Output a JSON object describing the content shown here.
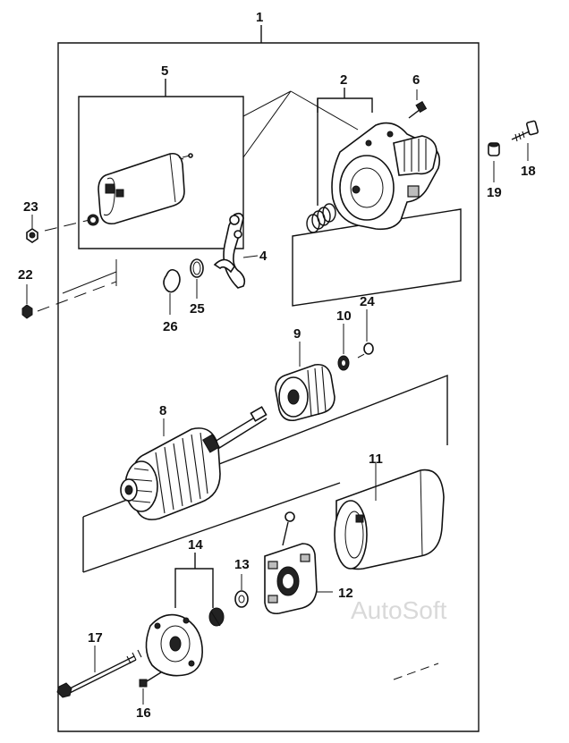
{
  "watermark": "AutoSoft",
  "callouts": {
    "c1": "1",
    "c2": "2",
    "c4": "4",
    "c5": "5",
    "c6": "6",
    "c8": "8",
    "c9": "9",
    "c10": "10",
    "c11": "11",
    "c12": "12",
    "c13": "13",
    "c14": "14",
    "c16": "16",
    "c17": "17",
    "c18": "18",
    "c19": "19",
    "c22": "22",
    "c23": "23",
    "c24": "24",
    "c25": "25",
    "c26": "26"
  }
}
